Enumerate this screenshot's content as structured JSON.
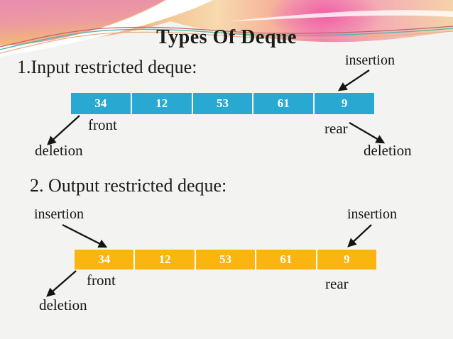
{
  "slide": {
    "title": "Types Of Deque"
  },
  "colors": {
    "input_deque_fill": "#29A8D1",
    "output_deque_fill": "#FAB511",
    "cell_text": "#FFFFFF",
    "text": "#1C1C1C",
    "banner_pink": "#EA8FB3",
    "banner_hot_pink": "#F0559F",
    "banner_peach": "#F3C08C",
    "banner_cream": "#F7DAAF",
    "accent_line_teal": "#56B8A9",
    "accent_line_red": "#C75F6E"
  },
  "sections": {
    "input": {
      "heading": "1.Input restricted deque:",
      "cells": [
        "34",
        "12",
        "53",
        "61",
        "9"
      ],
      "labels": {
        "insertion": "insertion",
        "front": "front",
        "rear": "rear",
        "deletion_left": "deletion",
        "deletion_right": "deletion"
      }
    },
    "output": {
      "heading": "2. Output restricted deque:",
      "cells": [
        "34",
        "12",
        "53",
        "61",
        "9"
      ],
      "labels": {
        "insertion_left": "insertion",
        "insertion_right": "insertion",
        "front": "front",
        "rear": "rear",
        "deletion": "deletion"
      }
    }
  }
}
